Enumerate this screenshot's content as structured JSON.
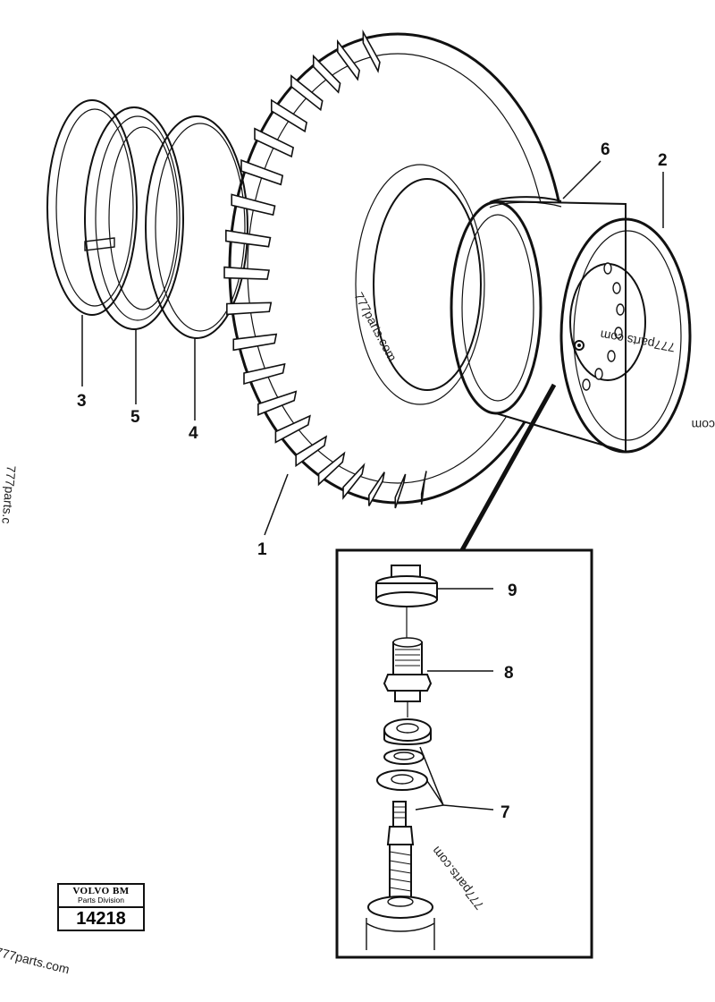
{
  "callouts": {
    "tyre": "1",
    "rim": "2",
    "side_ring": "3",
    "lock_ring": "4",
    "seat_ring": "5",
    "o_ring": "6",
    "valve_washers": "7",
    "valve_adapter": "8",
    "valve_cap": "9"
  },
  "watermarks": {
    "tyre": "777parts.com",
    "rim": "777parts.com",
    "right_edge": "com",
    "left_edge": "777parts.c",
    "valve": "777parts.com",
    "bottom": "777parts.com"
  },
  "logo": {
    "brand": "VOLVO BM",
    "division": "Parts Division",
    "number": "14218"
  }
}
